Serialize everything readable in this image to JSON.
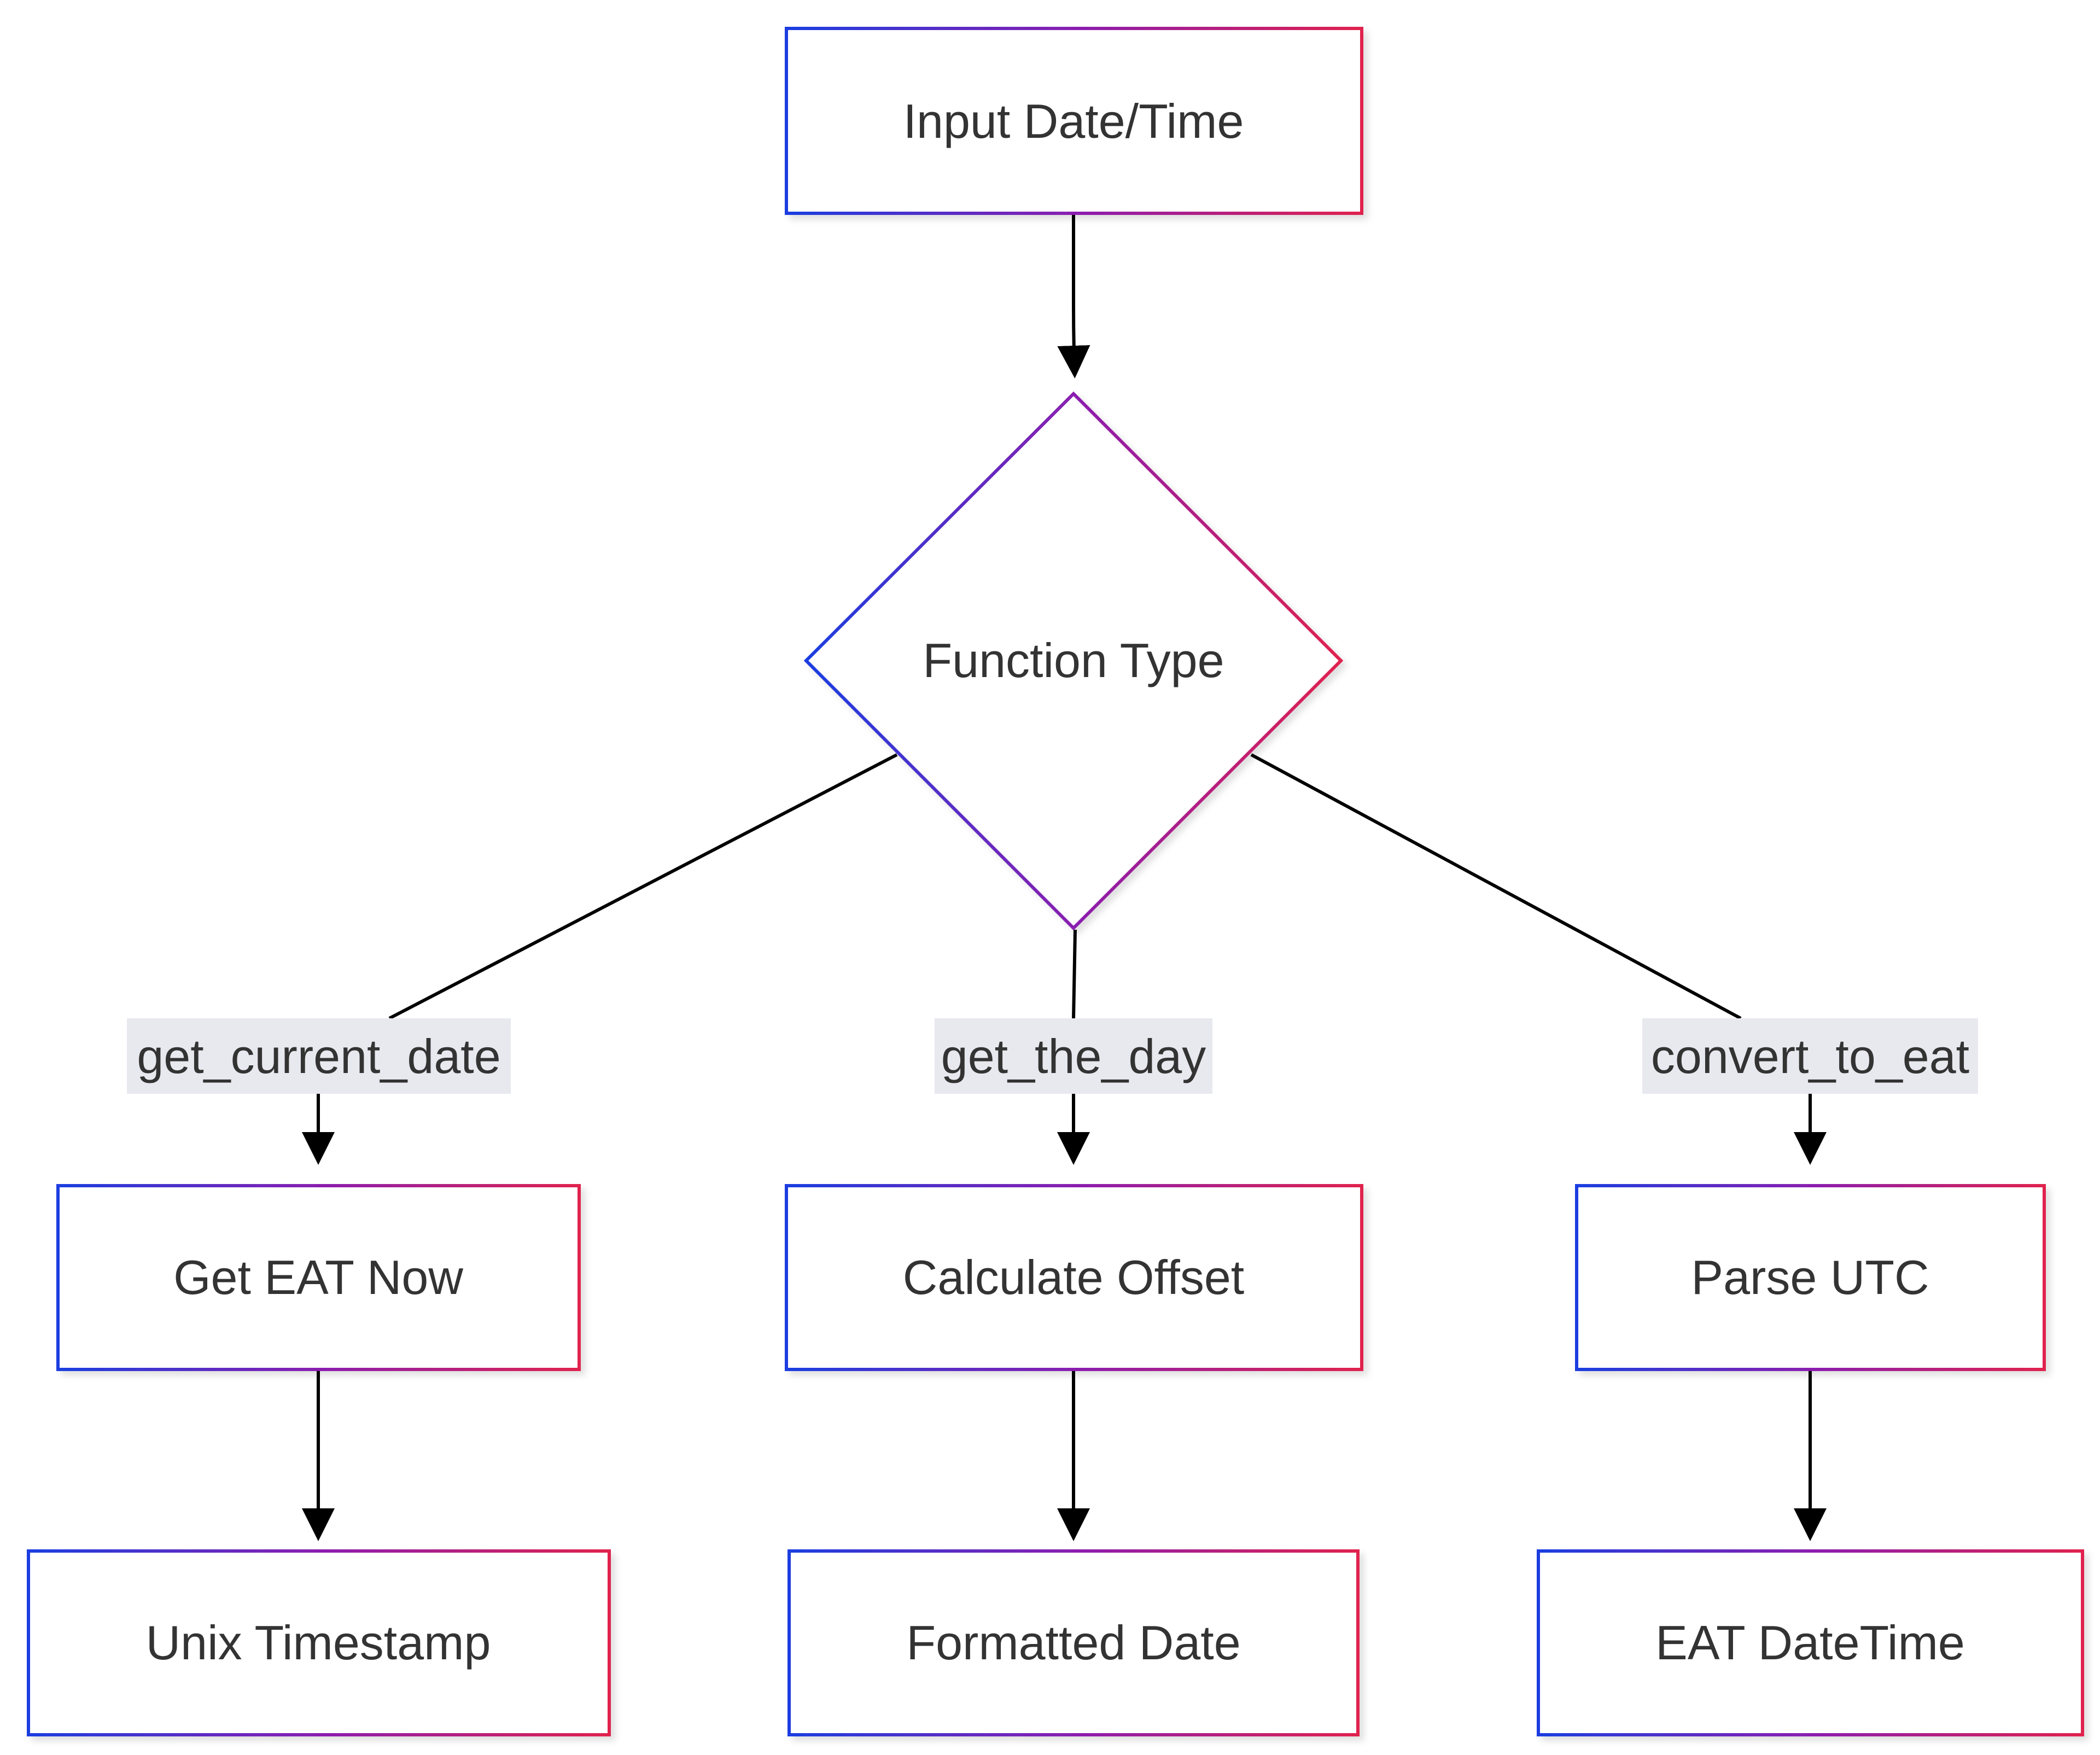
{
  "diagram": {
    "nodes": {
      "input": "Input Date/Time",
      "decision": "Function Type",
      "get_eat_now": "Get EAT Now",
      "calc_offset": "Calculate Offset",
      "parse_utc": "Parse UTC",
      "unix_ts": "Unix Timestamp",
      "formatted_date": "Formatted Date",
      "eat_datetime": "EAT DateTime"
    },
    "edge_labels": {
      "left": "get_current_date",
      "middle": "get_the_day",
      "right": "convert_to_eat"
    },
    "colors": {
      "gradient_start": "#1a3ee0",
      "gradient_mid": "#8a1fb0",
      "gradient_end": "#e0204e",
      "edge": "#000000",
      "label_background": "#e8e8ef",
      "text": "#333333"
    }
  }
}
